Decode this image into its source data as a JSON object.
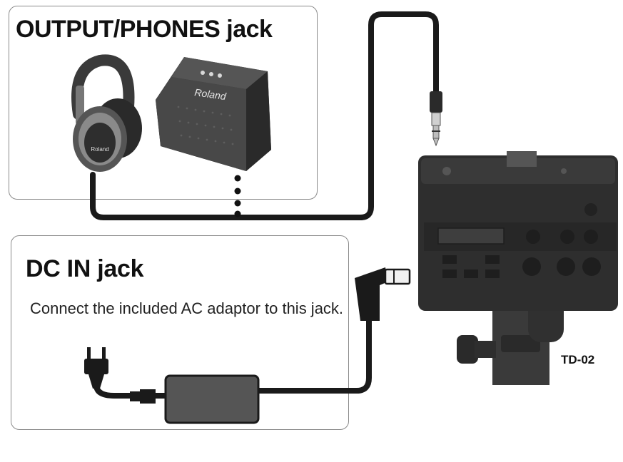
{
  "output_section": {
    "title": "OUTPUT/PHONES jack",
    "headphones_brand": "Roland",
    "amp_brand": "Roland"
  },
  "dc_section": {
    "title": "DC IN jack",
    "description": "Connect the included AC adaptor to this jack."
  },
  "device": {
    "label": "TD-02"
  },
  "colors": {
    "cable": "#1a1a1a",
    "panel_border": "#8a8a8a",
    "device_body": "#2e2e2e"
  }
}
